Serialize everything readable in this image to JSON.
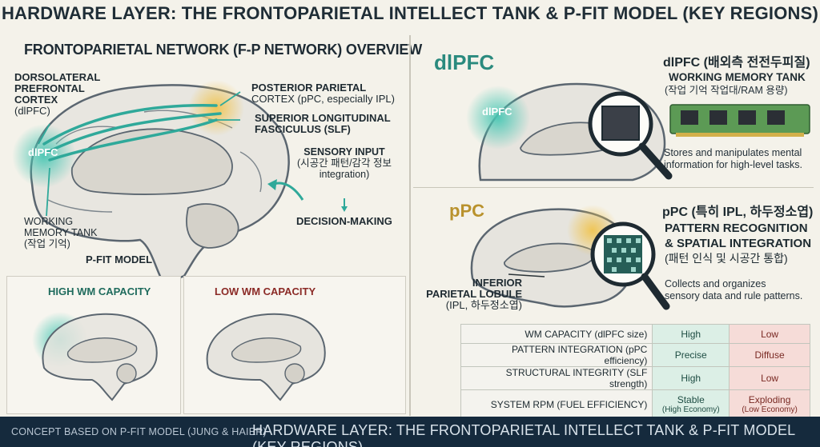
{
  "main_title": "HARDWARE LAYER: THE FRONTOPARIETAL INTELLECT TANK & P-FIT MODEL (KEY REGIONS)",
  "left": {
    "title": "FRONTOPARIETAL NETWORK (F-P NETWORK) OVERVIEW",
    "dlpfc_label": [
      "DORSOLATERAL",
      "PREFRONTAL",
      "CORTEX",
      "(dlPFC)"
    ],
    "dlpfc_badge": "dlPFC",
    "ppc_label": [
      "POSTERIOR PARIETAL",
      "CORTEX (pPC, especially IPL)"
    ],
    "slf_label": [
      "SUPERIOR LONGITUDINAL",
      "FASCICULUS (SLF)"
    ],
    "sensory_label": [
      "SENSORY INPUT",
      "(시공간 패턴/감각 정보",
      "integration)"
    ],
    "decision_label": "DECISION-MAKING",
    "wm_label": [
      "WORKING",
      "MEMORY TANK",
      "(작업 기억)"
    ],
    "pfit_label": "P-FIT MODEL",
    "high_wm": "HIGH WM CAPACITY",
    "low_wm": "LOW WM CAPACITY"
  },
  "right_top": {
    "badge": "dlPFC",
    "brain_badge": "dlPFC",
    "title": "dlPFC (배외측 전전두피질)",
    "subtitle": "WORKING MEMORY TANK",
    "subtitle2": "(작업 기억 작업대/RAM 용량)",
    "desc": [
      "Stores and manipulates mental",
      "information for high-level tasks."
    ]
  },
  "right_bottom": {
    "badge": "pPC",
    "title": "pPC (특히 IPL, 하두정소엽)",
    "subtitle": [
      "PATTERN RECOGNITION",
      "& SPATIAL INTEGRATION",
      "(패턴 인식 및 시공간 통합)"
    ],
    "ipl_label": [
      "INFERIOR",
      "PARIETAL LOBULE",
      "(IPL, 하두정소엽)"
    ],
    "desc": [
      "Collects and organizes",
      "sensory data and rule patterns."
    ]
  },
  "table": [
    {
      "metric": "WM CAPACITY (dlPFC size)",
      "high": "High",
      "low": "Low"
    },
    {
      "metric": "PATTERN INTEGRATION (pPC efficiency)",
      "high": "Precise",
      "low": "Diffuse"
    },
    {
      "metric": "STRUCTURAL INTEGRITY (SLF strength)",
      "high": "High",
      "low": "Low"
    },
    {
      "metric": "SYSTEM RPM (FUEL EFFICIENCY)",
      "high": "Stable",
      "high_sub": "(High Economy)",
      "low": "Exploding",
      "low_sub": "(Low Economy)"
    }
  ],
  "footer": {
    "left": "CONCEPT BASED ON P-FIT MODEL (JUNG & HAIER)",
    "right": "HARDWARE LAYER: THE FRONTOPARIETAL INTELLECT TANK & P-FIT MODEL (KEY REGIONS)"
  },
  "colors": {
    "teal": "#3fb7a6",
    "gold": "#e3b44a",
    "navy": "#152a3d",
    "high_bg": "#dcefe6",
    "low_bg": "#f6dcd8"
  }
}
